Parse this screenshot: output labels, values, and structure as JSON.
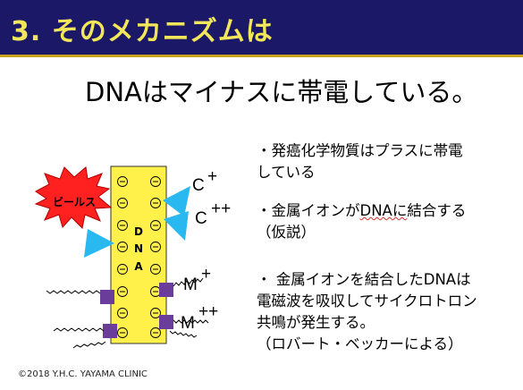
{
  "header": {
    "title": "3. そのメカニズムは"
  },
  "subtitle": "DNAはマイナスに帯電している。",
  "bullets": [
    {
      "lines": [
        "・発癌化学物質はプラスに帯電",
        "している"
      ]
    },
    {
      "line1_pre": "・金属イオンが",
      "line1_ul": "DNAに",
      "line1_post": "結合する",
      "line2": "（仮説）"
    },
    {
      "lines": [
        "・ 金属イオンを結合したDNAは",
        "電磁波を吸収してサイクロトロン",
        "共鳴が発生する。",
        "（ロバート・ベッカーによる）"
      ]
    }
  ],
  "diagram": {
    "virus_label": "ビールス",
    "dna_letters": [
      "D",
      "N",
      "A"
    ],
    "minus_symbol": "⊖",
    "ions": [
      {
        "base": "C",
        "charge": "+"
      },
      {
        "base": "C",
        "charge": "++"
      },
      {
        "base": "M",
        "charge": "+"
      },
      {
        "base": "M",
        "charge": "++"
      }
    ],
    "colors": {
      "dna": "#fff04a",
      "virus": "#ff2020",
      "carcinogen": "#29b8f0",
      "metal": "#6a3d9a"
    }
  },
  "footer": {
    "copyright": "©2018 Y.H.C. YAYAMA CLINIC"
  }
}
